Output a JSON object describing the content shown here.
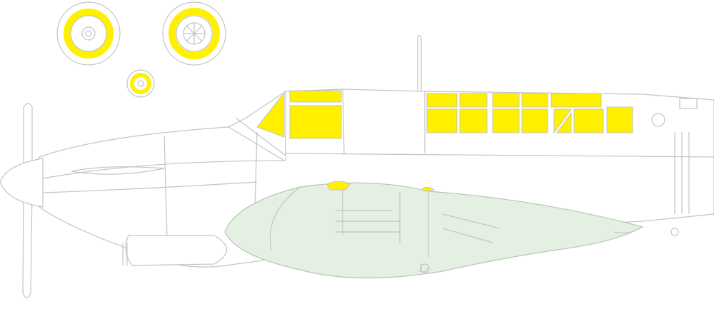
{
  "colors": {
    "mask": "#FFF000",
    "outline": "#C4C4C4",
    "wing_fill": "#E4F1E2",
    "background": "#FFFFFF"
  },
  "parts": {
    "wheel_masks": 3,
    "canopy_left_masks": 3,
    "canopy_right_masks": 12
  }
}
